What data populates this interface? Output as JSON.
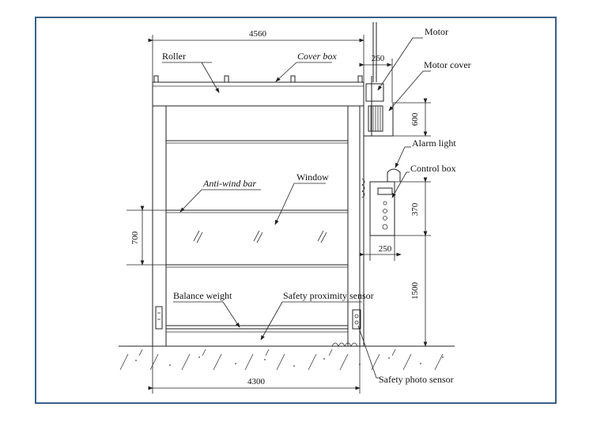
{
  "labels": {
    "roller": "Roller",
    "cover_box": "Cover box",
    "motor": "Motor",
    "motor_cover": "Motor cover",
    "alarm_light": "Alarm light",
    "control_box": "Control box",
    "anti_wind_bar": "Anti-wind bar",
    "window": "Window",
    "balance_weight": "Balance weight",
    "safety_proximity_sensor": "Safety proximity sensor",
    "safety_photo_sensor": "Safety photo sensor"
  },
  "dimensions": {
    "overall_width": "4560",
    "opening_width": "4300",
    "motor_offset": "260",
    "motor_cover_height": "600",
    "window_height": "700",
    "control_box_height": "370",
    "control_box_width": "250",
    "control_box_mount_height": "1500"
  },
  "colors": {
    "frame_border": "#3b5f86",
    "line": "#222222"
  }
}
